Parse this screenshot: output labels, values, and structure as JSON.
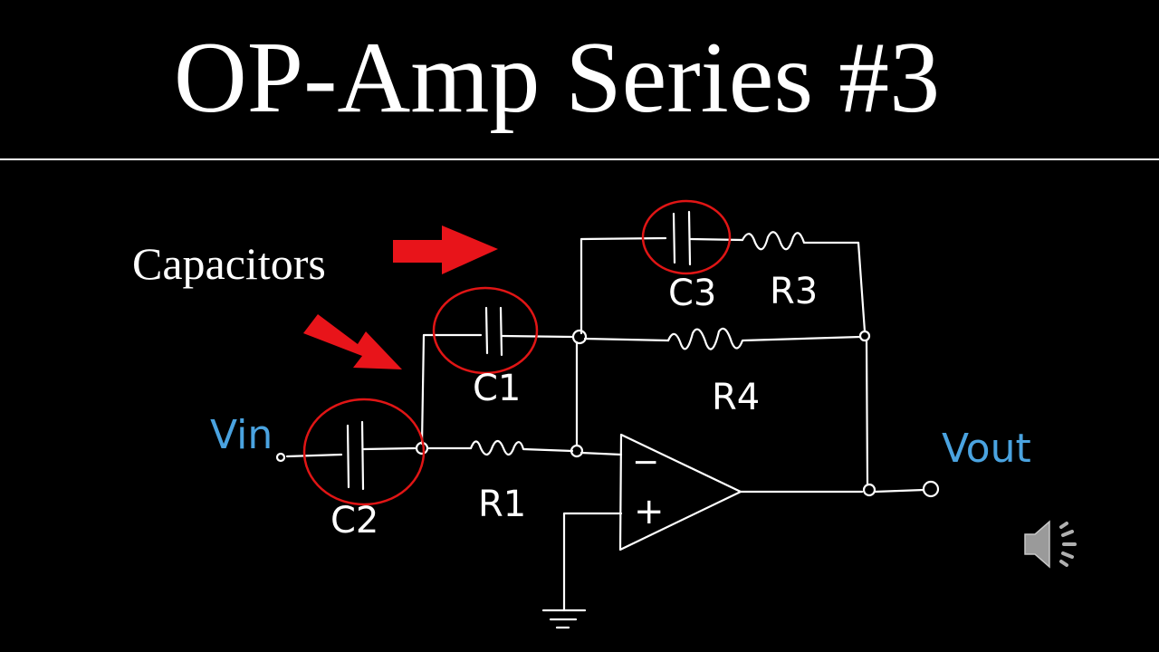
{
  "slide": {
    "title": "OP-Amp Series #3",
    "side_label": "Capacitors"
  },
  "circuit": {
    "labels": {
      "vin": "Vin",
      "vout": "Vout",
      "c1": "C1",
      "c2": "C2",
      "c3": "C3",
      "r1": "R1",
      "r3": "R3",
      "r4": "R4",
      "minus": "−",
      "plus": "+"
    },
    "colors": {
      "background": "#000000",
      "wire": "#ffffff",
      "highlight": "#e01515",
      "arrow": "#e8141a",
      "io_label": "#4aa3e0"
    }
  },
  "icons": {
    "speaker": "speaker-icon"
  }
}
